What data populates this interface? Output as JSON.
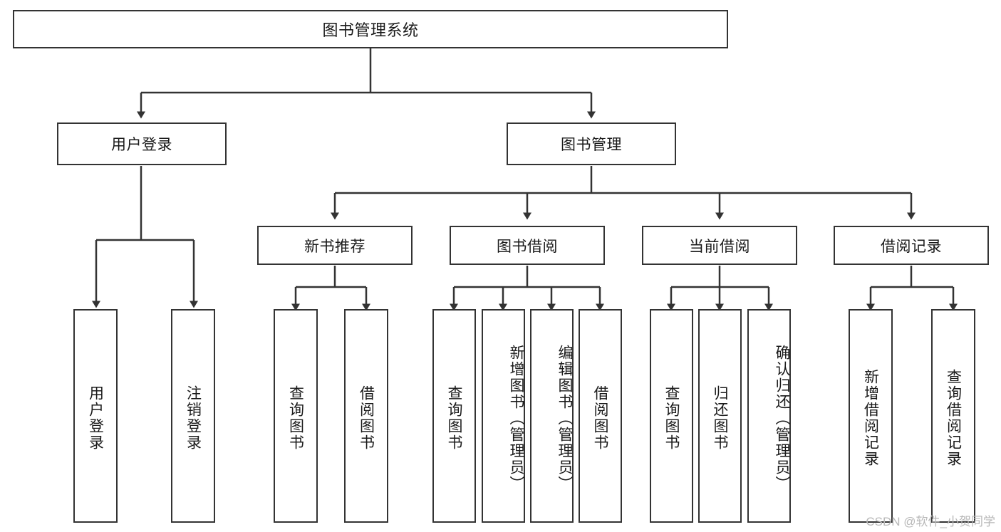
{
  "diagram": {
    "title": "图书管理系统",
    "type": "tree-hierarchy-chart",
    "root": {
      "id": "root",
      "label": "图书管理系统"
    },
    "level2": [
      {
        "id": "user-login",
        "label": "用户登录"
      },
      {
        "id": "book-manage",
        "label": "图书管理"
      }
    ],
    "level3": [
      {
        "id": "new-book-recommend",
        "label": "新书推荐"
      },
      {
        "id": "book-borrow",
        "label": "图书借阅"
      },
      {
        "id": "current-borrow",
        "label": "当前借阅"
      },
      {
        "id": "borrow-record",
        "label": "借阅记录"
      }
    ],
    "leaves": {
      "user_login": [
        {
          "id": "leaf-user-login",
          "label": "用户登录"
        },
        {
          "id": "leaf-logout-login",
          "label": "注销登录"
        }
      ],
      "new_book_recommend": [
        {
          "id": "leaf-query-book-1",
          "label": "查询图书"
        },
        {
          "id": "leaf-borrow-book-1",
          "label": "借阅图书"
        }
      ],
      "book_borrow": [
        {
          "id": "leaf-query-book-2",
          "label": "查询图书"
        },
        {
          "id": "leaf-add-book",
          "label": "新增图书（管理员）"
        },
        {
          "id": "leaf-edit-book",
          "label": "编辑图书（管理员）"
        },
        {
          "id": "leaf-borrow-book-2",
          "label": "借阅图书"
        }
      ],
      "current_borrow": [
        {
          "id": "leaf-query-book-3",
          "label": "查询图书"
        },
        {
          "id": "leaf-return-book",
          "label": "归还图书"
        },
        {
          "id": "leaf-confirm-return",
          "label": "确认归还（管理员）"
        }
      ],
      "borrow_record": [
        {
          "id": "leaf-add-record",
          "label": "新增借阅记录"
        },
        {
          "id": "leaf-query-record",
          "label": "查询借阅记录"
        }
      ]
    }
  },
  "watermark": {
    "text": "CSDN @软件_小贺同学"
  },
  "colors": {
    "node_border": "#333333",
    "node_fill": "#ffffff",
    "edge": "#333333",
    "text": "#1a1a1a",
    "watermark": "#b8b8b8",
    "background": "#ffffff"
  }
}
